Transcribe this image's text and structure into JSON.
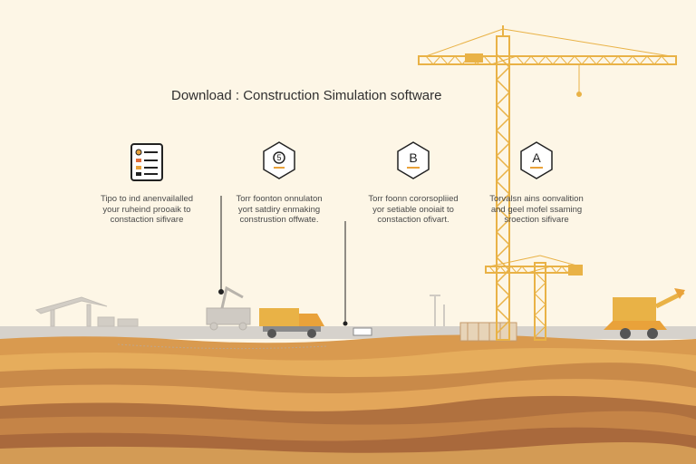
{
  "title": "Download : Construction Simulation software",
  "steps": [
    {
      "icon": "document-checklist-icon",
      "badge": "",
      "lines": [
        "Tipo to ind anenvailalled",
        "your ruheind prooaik to",
        "constaction sifivare"
      ]
    },
    {
      "icon": "hexagon-number-icon",
      "badge": "5",
      "lines": [
        "Torr foonton onnulaton",
        "yort satdiry enmaking",
        "construstion offwate."
      ]
    },
    {
      "icon": "hexagon-letter-icon",
      "badge": "B",
      "lines": [
        "Torr foonn cororsopliied",
        "yor setiable onoiait to",
        "constaction ofivart."
      ]
    },
    {
      "icon": "hexagon-letter-icon",
      "badge": "A",
      "lines": [
        "Torvalsn ains oonvalition",
        "and geel mofel ssaming",
        "sroection sifivare"
      ]
    }
  ],
  "colors": {
    "background": "#fdf6e6",
    "crane": "#e9b246",
    "soil_light": "#e8b566",
    "soil_dark": "#b0713f",
    "ground_line": "#cfcac2"
  }
}
